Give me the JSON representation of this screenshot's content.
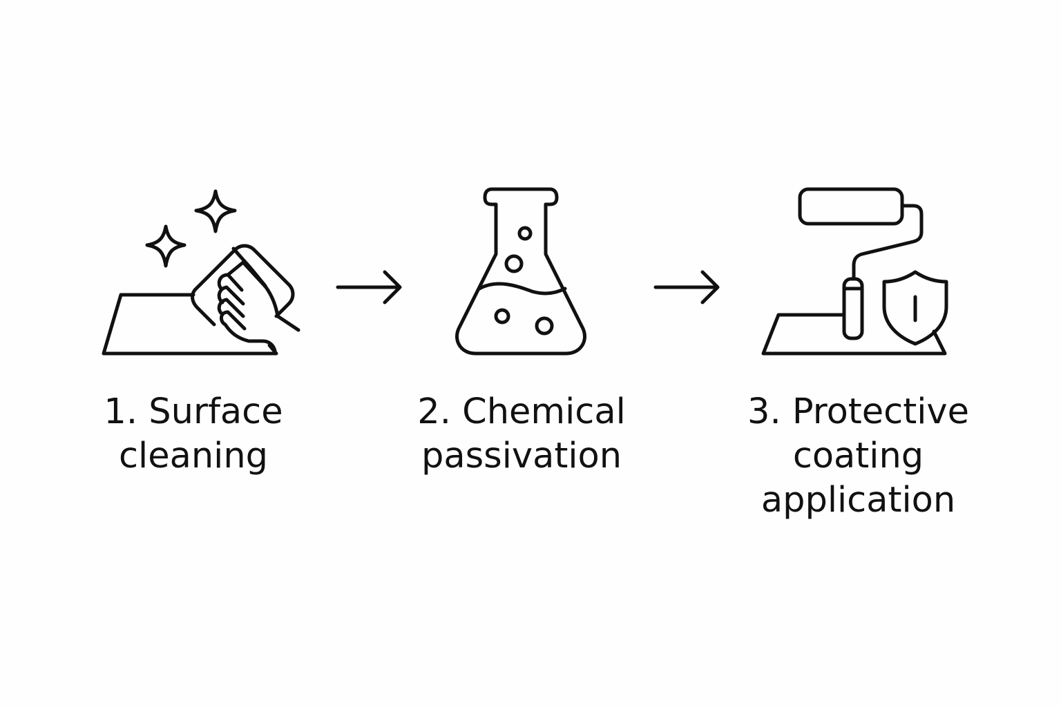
{
  "diagram": {
    "colors": {
      "ink": "#111111",
      "background": "#fefefe"
    },
    "steps": [
      {
        "number": "1.",
        "lines": [
          "1. Surface",
          "cleaning"
        ],
        "icon": "hand-wiping-surface-icon"
      },
      {
        "number": "2.",
        "lines": [
          "2. Chemical",
          "passivation"
        ],
        "icon": "flask-icon"
      },
      {
        "number": "3.",
        "lines": [
          "3. Protective",
          "coating",
          "application"
        ],
        "icon": "paint-roller-shield-icon"
      }
    ],
    "connectors": [
      "arrow-right-icon",
      "arrow-right-icon"
    ]
  }
}
